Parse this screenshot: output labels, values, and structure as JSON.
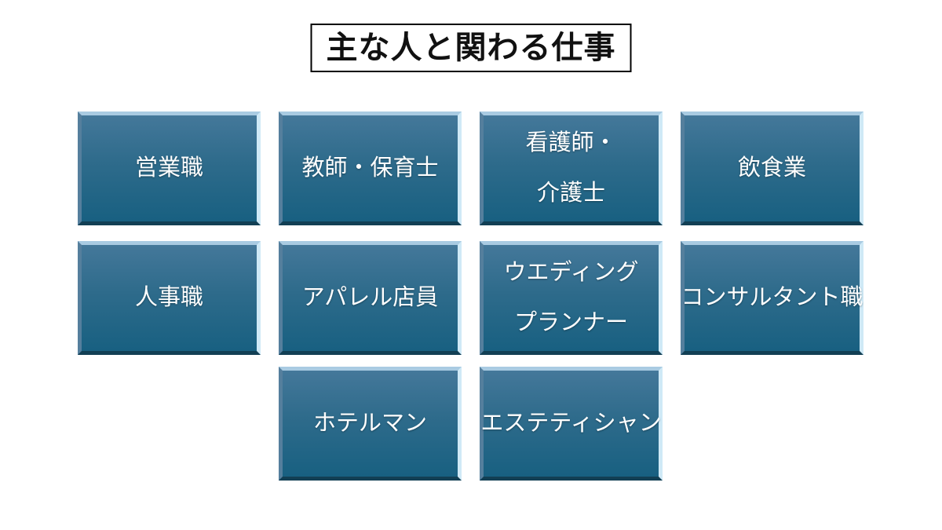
{
  "page": {
    "title_label": "主な人と関わる仕事"
  },
  "colors": {
    "background": "#ffffff",
    "title_border": "#000000",
    "title_text": "#111111",
    "box_gradient_top": "#44789a",
    "box_gradient_bottom": "#186081",
    "box_bevel_top": "#a9cbe2",
    "box_bevel_left": "#557f9d",
    "box_bevel_right": "#cfe9f6",
    "box_bevel_bottom": "#123f54",
    "box_text": "#ffffff"
  },
  "grid": {
    "rows": [
      {
        "boxes": [
          {
            "name": "sales",
            "lines": [
              "営業職"
            ]
          },
          {
            "name": "teacher-childcare",
            "lines": [
              "教師・保育士"
            ]
          },
          {
            "name": "nurse-caregiver",
            "lines": [
              "看護師・",
              "介護士"
            ]
          },
          {
            "name": "food-service",
            "lines": [
              "飲食業"
            ]
          }
        ]
      },
      {
        "boxes": [
          {
            "name": "hr",
            "lines": [
              "人事職"
            ]
          },
          {
            "name": "apparel-clerk",
            "lines": [
              "アパレル店員"
            ]
          },
          {
            "name": "wedding-planner",
            "lines": [
              "ウエディング",
              "プランナー"
            ]
          },
          {
            "name": "consultant",
            "lines": [
              "コンサルタント職"
            ]
          }
        ]
      },
      {
        "boxes": [
          {
            "name": "hotel-staff",
            "lines": [
              "ホテルマン"
            ]
          },
          {
            "name": "esthetician",
            "lines": [
              "エステティシャン"
            ]
          }
        ]
      }
    ]
  }
}
